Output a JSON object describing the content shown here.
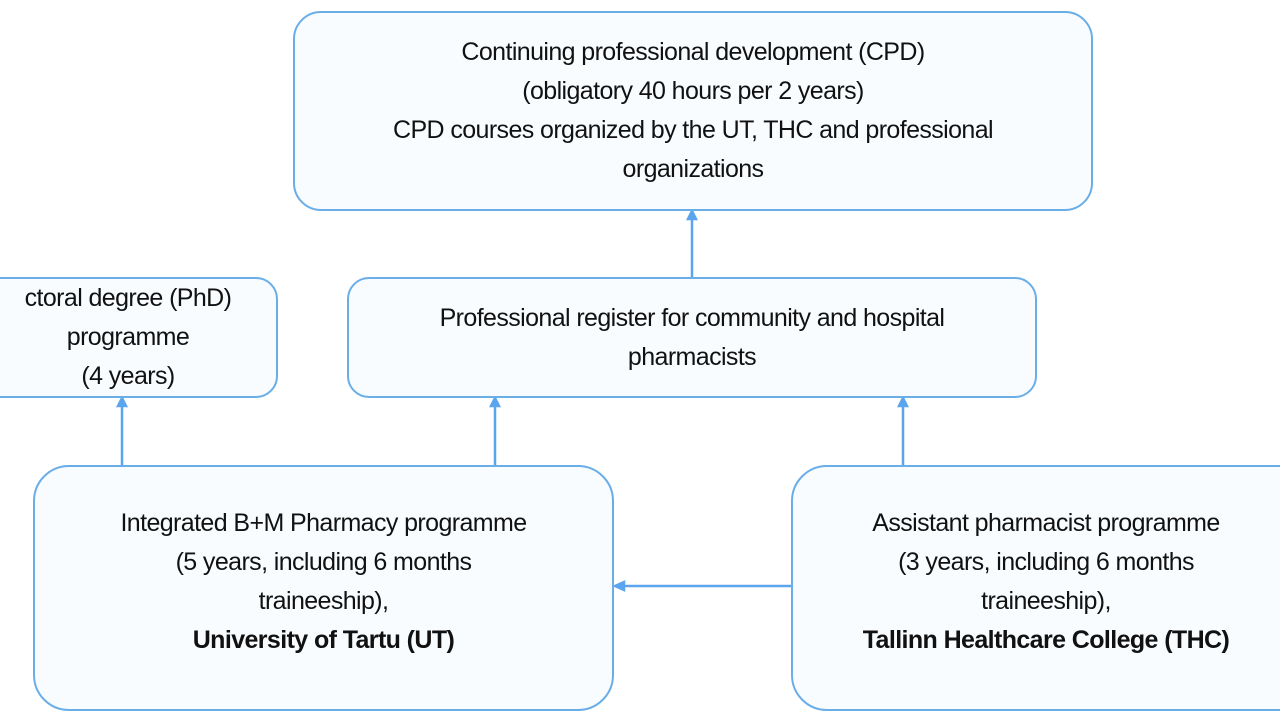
{
  "diagram": {
    "colors": {
      "border": "#6aaee8",
      "fill": "#f8fcff",
      "connector": "#5aa5ee",
      "text": "#111111"
    },
    "nodes": {
      "cpd": {
        "lines": [
          "Continuing professional development (CPD)",
          "(obligatory 40 hours per 2 years)",
          "CPD courses organized by the UT, THC and professional",
          "organizations"
        ]
      },
      "phd": {
        "lines": [
          "ctoral degree (PhD)",
          "programme",
          "(4 years)"
        ]
      },
      "register": {
        "lines": [
          "Professional register for community and hospital",
          "pharmacists"
        ]
      },
      "ut": {
        "lines": [
          "Integrated B+M Pharmacy programme",
          "(5 years, including 6 months",
          "traineeship),"
        ],
        "institution": "University of Tartu (UT)"
      },
      "thc": {
        "lines": [
          "Assistant pharmacist programme",
          "(3 years, including 6 months",
          "traineeship),"
        ],
        "institution": "Tallinn Healthcare College (THC)"
      }
    },
    "edges": [
      {
        "from": "ut",
        "to": "phd"
      },
      {
        "from": "ut",
        "to": "register"
      },
      {
        "from": "thc",
        "to": "register"
      },
      {
        "from": "thc",
        "to": "ut"
      },
      {
        "from": "register",
        "to": "cpd"
      }
    ]
  }
}
